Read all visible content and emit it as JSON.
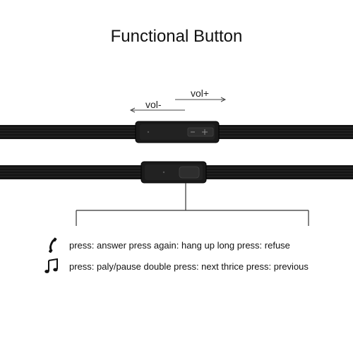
{
  "title": "Functional Button",
  "volume": {
    "minus_label": "vol-",
    "plus_label": "vol+"
  },
  "instructions": [
    {
      "icon": "phone-icon",
      "text": "press: answer press again: hang up long press: refuse"
    },
    {
      "icon": "music-note-icon",
      "text": "press: paly/pause double press: next thrice press: previous"
    }
  ],
  "colors": {
    "cable": "#141414",
    "stripe": "#2a2a2a",
    "line": "#333333"
  }
}
